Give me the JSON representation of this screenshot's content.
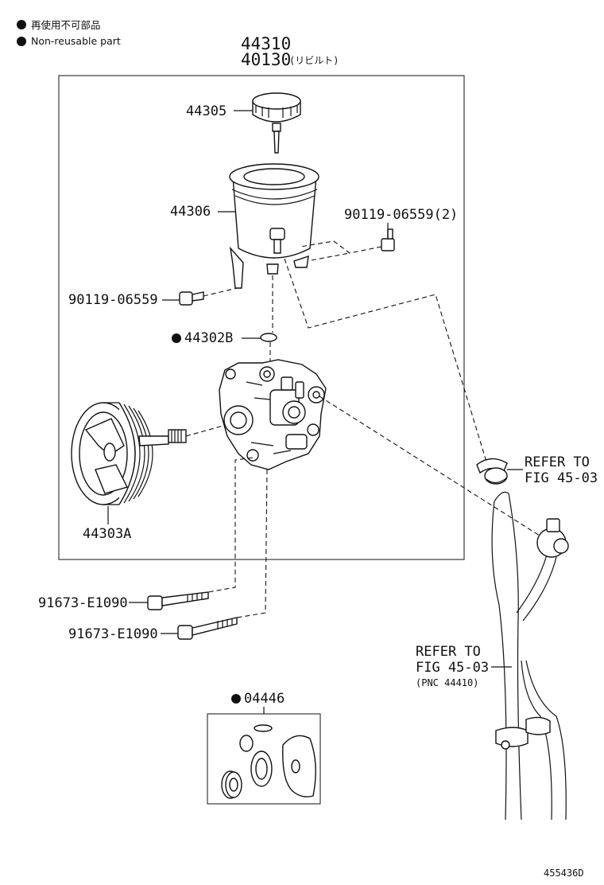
{
  "legend": {
    "jp": "再使用不可部品",
    "en": "Non-reusable part"
  },
  "assembly": {
    "number_1": "44310",
    "number_2": "40130",
    "rebuilt_note": "(リビルト)"
  },
  "parts": {
    "reservoir_cap": "44305",
    "reservoir": "44306",
    "bolt_reservoir_right": "90119-06559(2)",
    "bolt_reservoir_left": "90119-06559",
    "oring": "44302B",
    "pulley": "44303A",
    "bolt_upper": "91673-E1090",
    "bolt_lower": "91673-E1090",
    "gasket_kit": "04446"
  },
  "refs": {
    "clamp_ref_line1": "REFER TO",
    "clamp_ref_line2": "FIG 45-03",
    "hose_ref_line1": "REFER TO",
    "hose_ref_line2": "FIG 45-03",
    "hose_ref_line3": "(PNC 44410)"
  },
  "figure_id": "455436D"
}
